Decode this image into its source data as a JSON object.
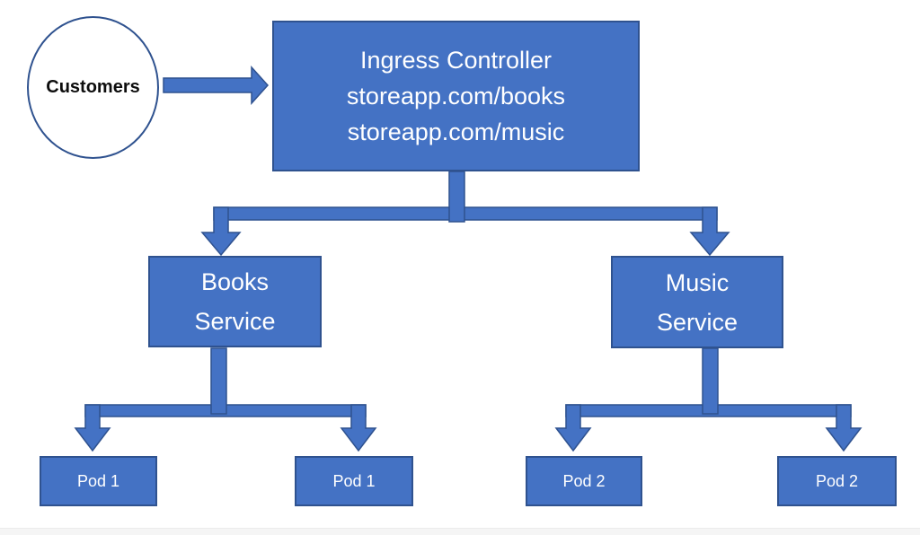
{
  "colors": {
    "node_fill": "#4472C4",
    "node_border": "#2F528F",
    "node_text": "#FFFFFF",
    "ellipse_fill": "#FFFFFF",
    "ellipse_border": "#2F528F",
    "customers_text": "#0D0D0D",
    "strip_fill": "#F5F5F5"
  },
  "nodes": {
    "customers": {
      "label": "Customers"
    },
    "ingress_controller": {
      "lines": [
        "Ingress Controller",
        "storeapp.com/books",
        "storeapp.com/music"
      ]
    },
    "books_service": {
      "lines": [
        "Books",
        "Service"
      ]
    },
    "music_service": {
      "lines": [
        "Music",
        "Service"
      ]
    },
    "pods": [
      {
        "label": "Pod 1"
      },
      {
        "label": "Pod 1"
      },
      {
        "label": "Pod 2"
      },
      {
        "label": "Pod 2"
      }
    ]
  }
}
